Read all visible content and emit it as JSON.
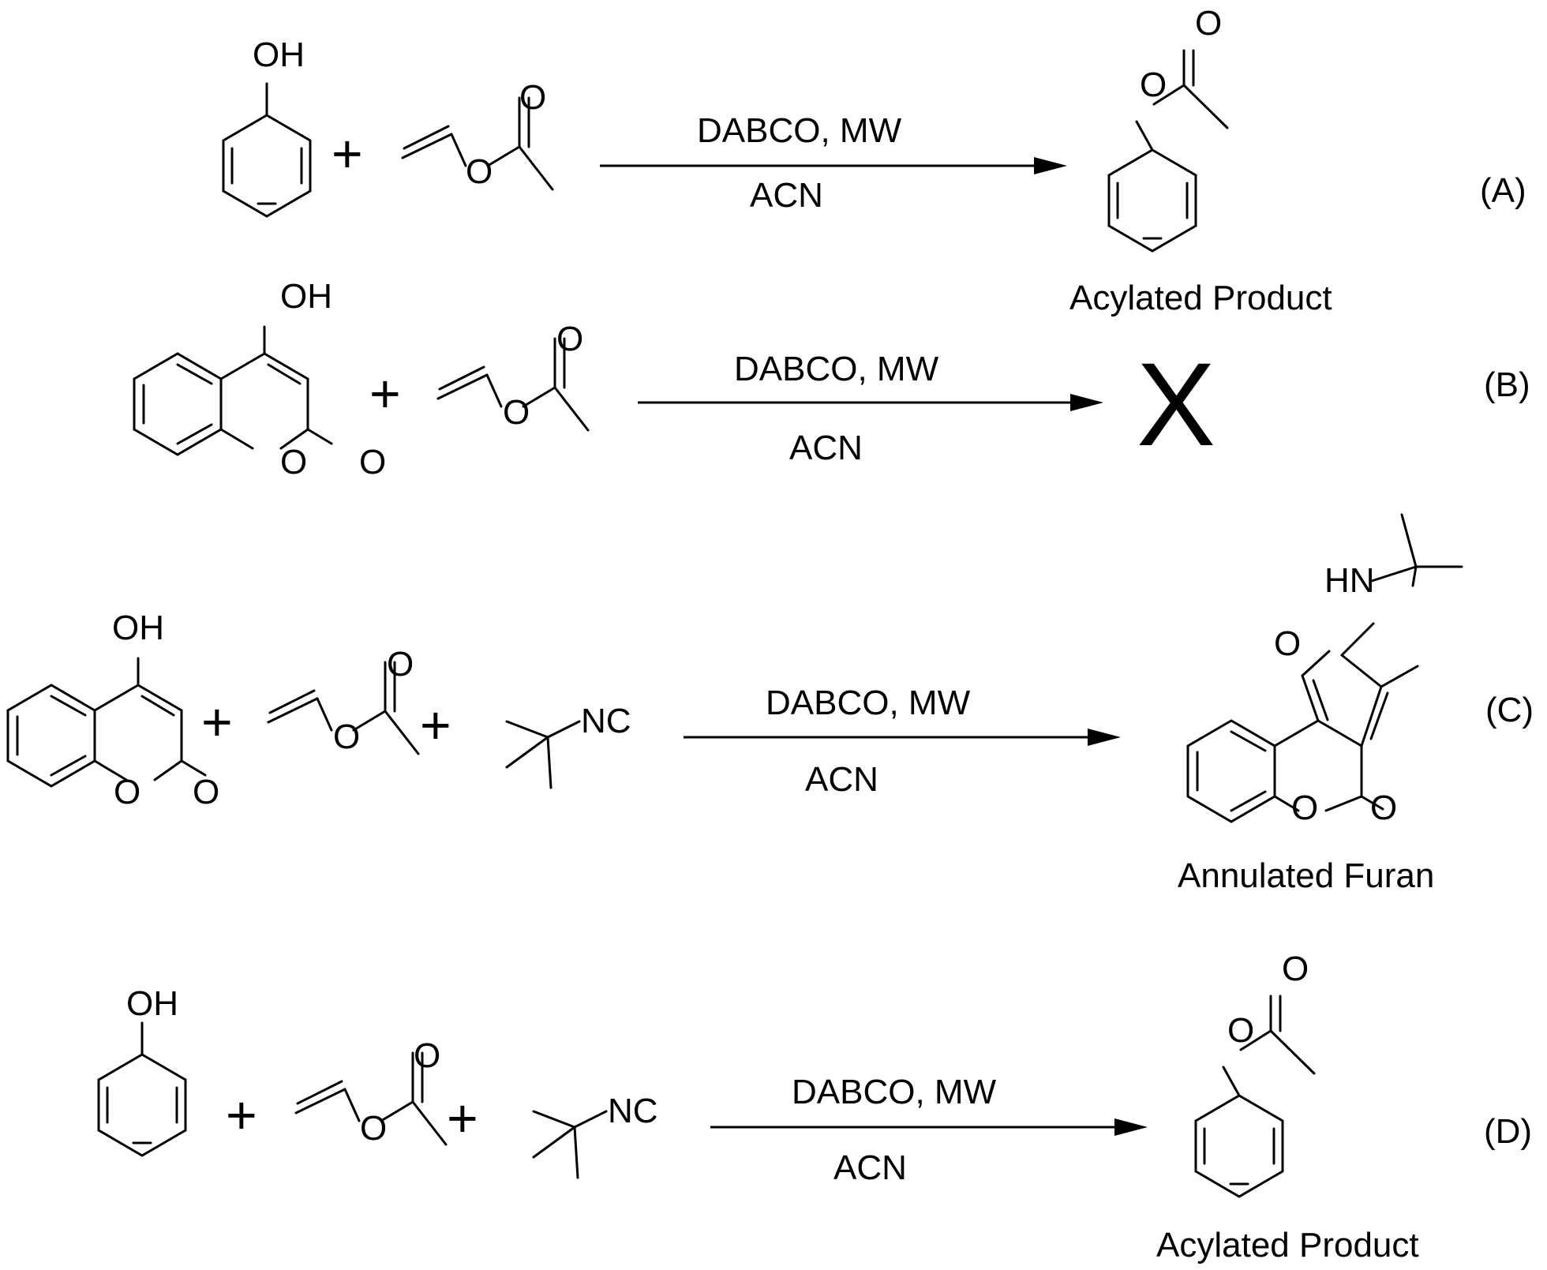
{
  "atoms": {
    "oh": "OH",
    "o": "O",
    "nc": "NC",
    "hn": "HN"
  },
  "plus": "+",
  "conditions": {
    "top": "DABCO, MW",
    "bottom": "ACN"
  },
  "reactions": [
    {
      "label": "(A)",
      "product": "Acylated Product"
    },
    {
      "label": "(B)",
      "product": "X"
    },
    {
      "label": "(C)",
      "product": "Annulated Furan"
    },
    {
      "label": "(D)",
      "product": "Acylated Product"
    }
  ]
}
